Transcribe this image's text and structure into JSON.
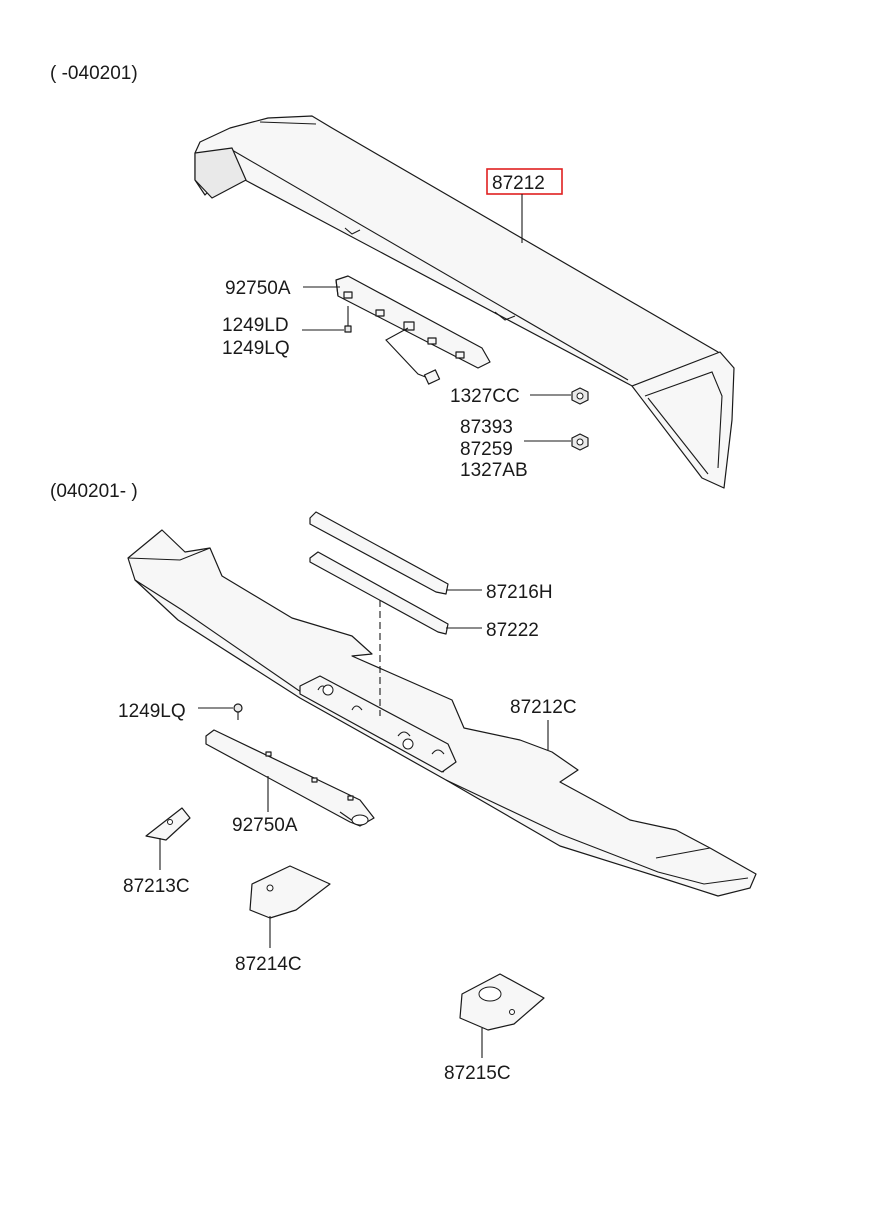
{
  "sections": {
    "top_range": "( -040201)",
    "bottom_range": "(040201- )"
  },
  "callouts": {
    "c87212": "87212",
    "c92750A_top": "92750A",
    "c1249LD": "1249LD",
    "c1249LQ_top": "1249LQ",
    "c1327CC": "1327CC",
    "c87393": "87393",
    "c87259": "87259",
    "c1327AB": "1327AB",
    "c87216H": "87216H",
    "c87222": "87222",
    "c87212C": "87212C",
    "c1249LQ_bottom": "1249LQ",
    "c92750A_bottom": "92750A",
    "c87213C": "87213C",
    "c87214C": "87214C",
    "c87215C": "87215C"
  },
  "highlight": {
    "part": "87212",
    "color": "#e02020"
  }
}
